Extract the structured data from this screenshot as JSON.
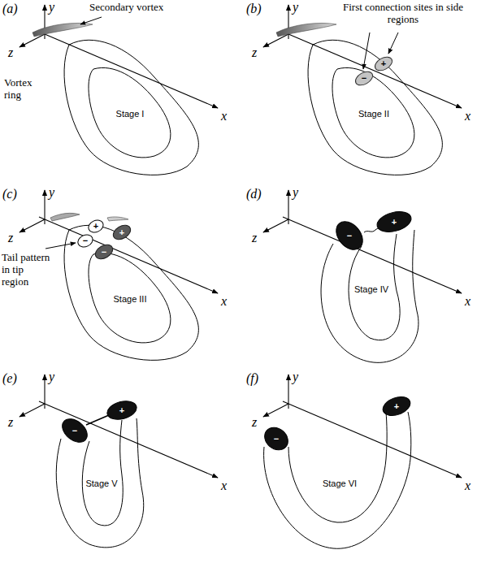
{
  "diagram": {
    "nodes": [
      {
        "text": [
          "+"
        ]
      },
      {
        "text": [
          "−"
        ]
      },
      {
        "text": [
          "+"
        ]
      },
      {
        "text": [
          "−"
        ]
      },
      {
        "text": [
          "+"
        ]
      },
      {
        "text": [
          "−"
        ]
      },
      {
        "text": [
          "+"
        ]
      },
      {
        "text": [
          "−"
        ]
      },
      {
        "text": [
          "+"
        ]
      },
      {
        "text": [
          "−"
        ]
      },
      {
        "text": [
          "+"
        ]
      },
      {
        "text": [
          "−"
        ]
      }
    ],
    "labels": [
      "(a)",
      "y",
      "z",
      "x",
      "Secondary vortex",
      "Vortex ring",
      "Stage I",
      "(b)",
      "y",
      "z",
      "x",
      "First connection sites in side regions",
      "Stage II",
      "(c)",
      "y",
      "z",
      "x",
      "Tail pattern in tip region",
      "Stage III",
      "(d)",
      "y",
      "z",
      "x",
      "Stage IV",
      "(e)",
      "y",
      "z",
      "x",
      "Stage V",
      "(f)",
      "y",
      "z",
      "x",
      "Stage VI"
    ]
  }
}
